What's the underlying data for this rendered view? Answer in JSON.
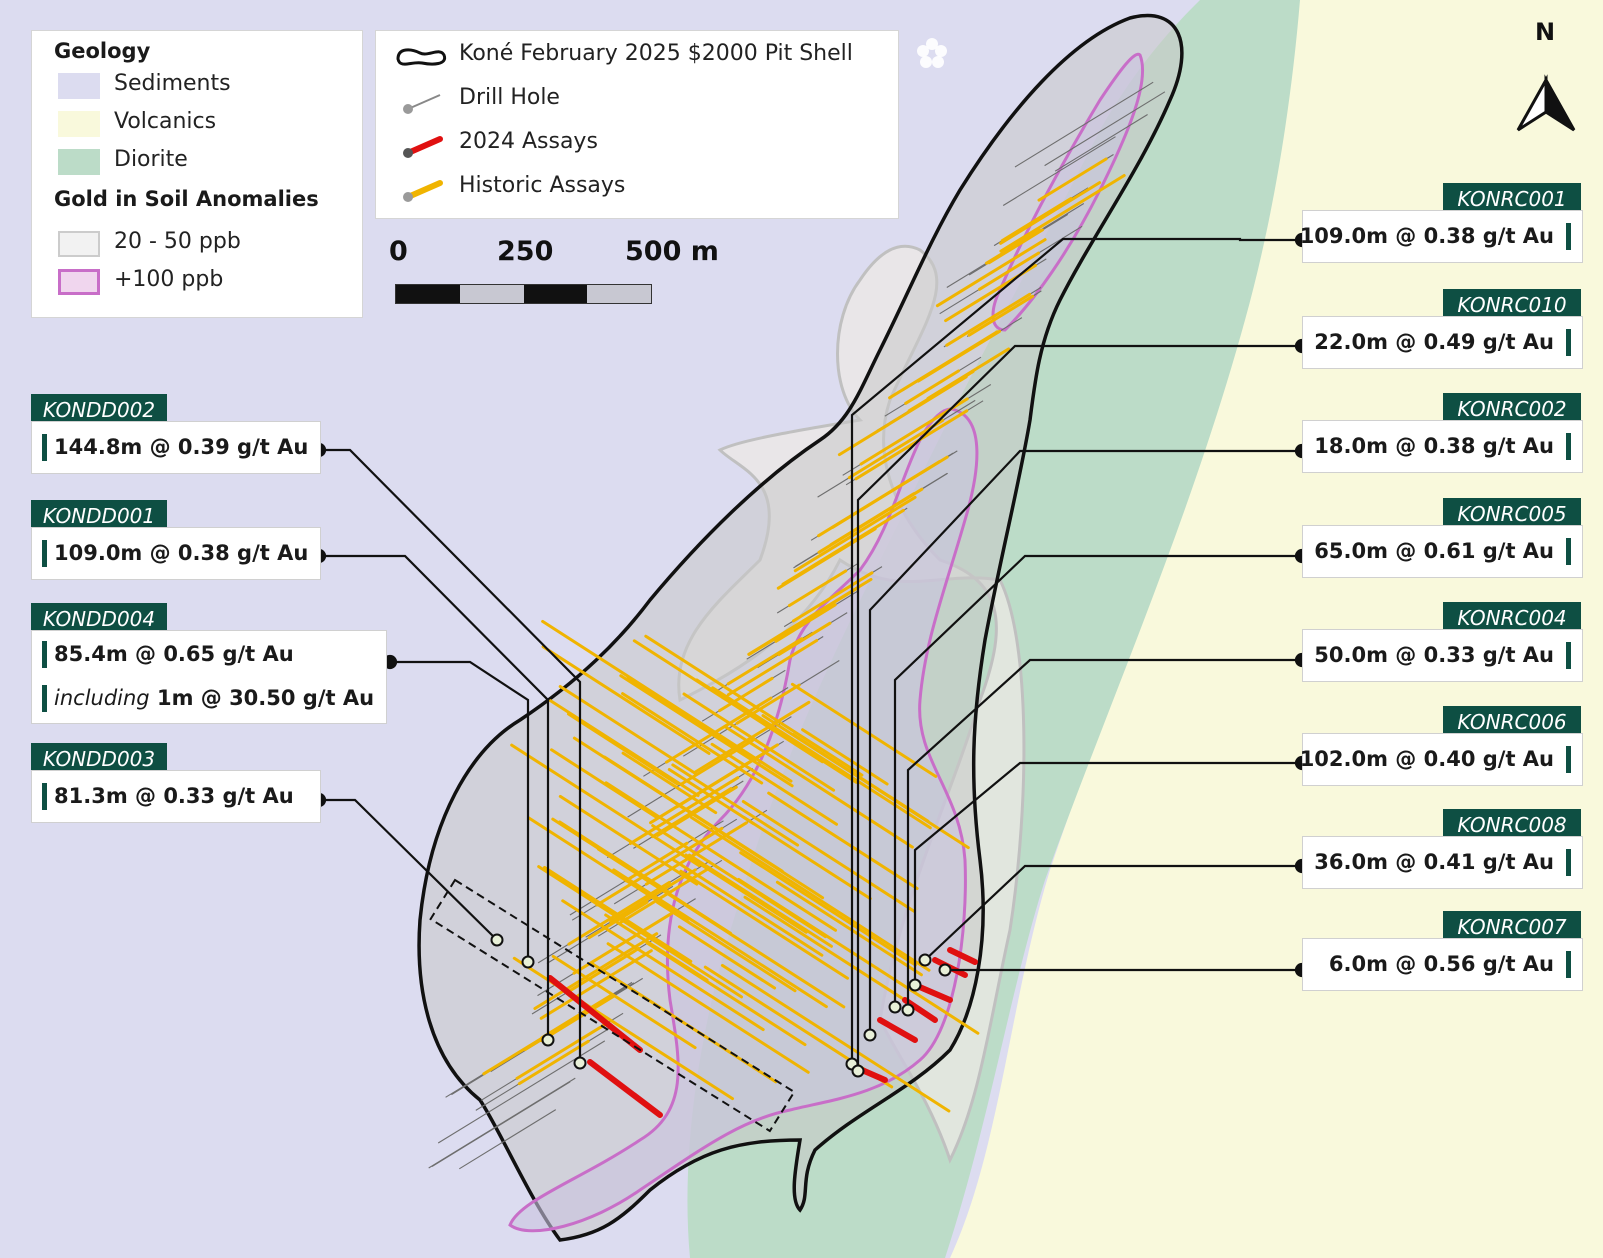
{
  "colors": {
    "sediments": "#dcdcf0",
    "volcanics": "#f9f9dc",
    "diorite": "#bcdcc8",
    "soil_low": "#eeeeee",
    "soil_high": "#c86ec8",
    "drill_hole": "#7a7a7a",
    "assay_2024": "#e01010",
    "assay_historic": "#f0b400",
    "tag_bg": "#0e4f43",
    "pit_shell": "#111111"
  },
  "legend": {
    "geology_title": "Geology",
    "sediments": "Sediments",
    "volcanics": "Volcanics",
    "diorite": "Diorite",
    "soil_title": "Gold in Soil Anomalies",
    "soil_low": "20 - 50 ppb",
    "soil_high": "+100 ppb"
  },
  "legend2": {
    "pit_shell": "Koné February 2025 $2000 Pit Shell",
    "drill_hole": "Drill Hole",
    "assays_2024": "2024 Assays",
    "historic": "Historic Assays"
  },
  "scale": {
    "l0": "0",
    "l1": "250",
    "l2": "500 m"
  },
  "north": "N",
  "left_callouts": [
    {
      "id": "KONDD002",
      "text": "144.8m @ 0.39 g/t Au"
    },
    {
      "id": "KONDD001",
      "text": "109.0m @ 0.38 g/t Au"
    },
    {
      "id": "KONDD004",
      "text": "85.4m @ 0.65 g/t Au",
      "inc_word": "including",
      "inc_rest": " 1m @ 30.50 g/t Au"
    },
    {
      "id": "KONDD003",
      "text": "81.3m @ 0.33 g/t Au"
    }
  ],
  "right_callouts": [
    {
      "id": "KONRC001",
      "text": "109.0m @ 0.38 g/t Au"
    },
    {
      "id": "KONRC010",
      "text": "22.0m @ 0.49 g/t Au"
    },
    {
      "id": "KONRC002",
      "text": "18.0m @ 0.38 g/t Au"
    },
    {
      "id": "KONRC005",
      "text": "65.0m @ 0.61 g/t Au"
    },
    {
      "id": "KONRC004",
      "text": "50.0m @ 0.33 g/t Au"
    },
    {
      "id": "KONRC006",
      "text": "102.0m @ 0.40 g/t Au"
    },
    {
      "id": "KONRC008",
      "text": "36.0m @ 0.41 g/t Au"
    },
    {
      "id": "KONRC007",
      "text": "6.0m @ 0.56 g/t Au"
    }
  ]
}
